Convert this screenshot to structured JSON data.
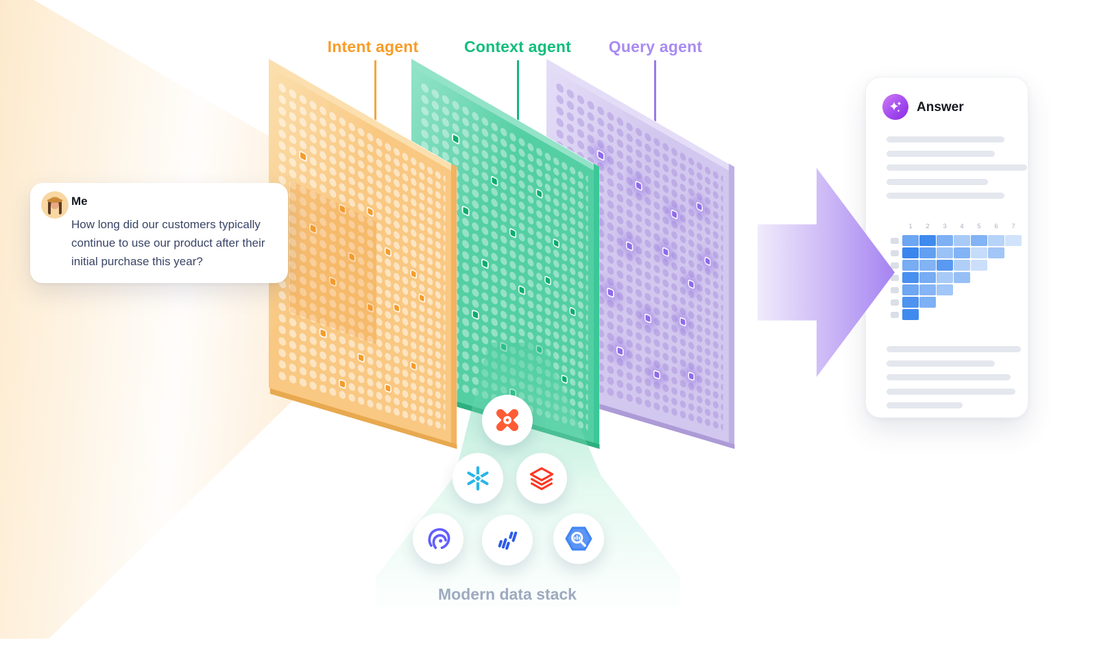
{
  "agents": [
    {
      "label": "Intent agent",
      "colors": {
        "accent": "#f89c27",
        "face": "#f9c882",
        "bevel": "#fbdfae",
        "side": "#f3b35f",
        "side_dark": "#e8a94f",
        "dot": "rgba(255,255,255,0.50)",
        "highlight": "#f49d2c"
      },
      "highlight_cells": [
        [
          2,
          5
        ],
        [
          6,
          8
        ],
        [
          9,
          7
        ],
        [
          3,
          11
        ],
        [
          7,
          12
        ],
        [
          11,
          10
        ],
        [
          14,
          11
        ],
        [
          5,
          15
        ],
        [
          9,
          16
        ],
        [
          12,
          15
        ],
        [
          15,
          13
        ],
        [
          4,
          20
        ],
        [
          8,
          21
        ],
        [
          11,
          23
        ],
        [
          14,
          20
        ],
        [
          6,
          24
        ]
      ]
    },
    {
      "label": "Context agent",
      "colors": {
        "accent": "#10be7c",
        "face": "#54cfa4",
        "bevel": "#93e3c8",
        "side": "#3cc797",
        "side_dark": "#2eaf7f",
        "dot": "rgba(255,255,255,0.38)",
        "highlight": "#0bae6e"
      },
      "highlight_cells": [
        [
          3,
          3
        ],
        [
          7,
          5
        ],
        [
          12,
          4
        ],
        [
          4,
          9
        ],
        [
          9,
          9
        ],
        [
          14,
          8
        ],
        [
          6,
          13
        ],
        [
          10,
          14
        ],
        [
          13,
          12
        ],
        [
          16,
          14
        ],
        [
          5,
          18
        ],
        [
          8,
          20
        ],
        [
          12,
          19
        ],
        [
          15,
          21
        ],
        [
          9,
          24
        ]
      ]
    },
    {
      "label": "Query agent",
      "colors": {
        "accent": "#a98bf2",
        "face": "#d2c7ee",
        "bevel": "#e4ddf7",
        "side": "#bfb0e4",
        "side_dark": "#ac9bd6",
        "dot": "rgba(151,121,214,0.35)",
        "highlight": "#8f6bea"
      },
      "highlight_cells": [
        [
          4,
          4
        ],
        [
          8,
          5
        ],
        [
          12,
          6
        ],
        [
          15,
          4
        ],
        [
          3,
          10
        ],
        [
          7,
          11
        ],
        [
          11,
          10
        ],
        [
          14,
          12
        ],
        [
          16,
          9
        ],
        [
          5,
          16
        ],
        [
          9,
          17
        ],
        [
          13,
          16
        ],
        [
          6,
          21
        ],
        [
          10,
          22
        ],
        [
          14,
          21
        ]
      ]
    }
  ],
  "chat": {
    "sender": "Me",
    "message": "How long did our customers typically continue to use our product after their initial purchase this year?"
  },
  "answer": {
    "title": "Answer",
    "skeleton_top": [
      172,
      158,
      205,
      148,
      172
    ],
    "skeleton_bottom": [
      196,
      158,
      181,
      188,
      111
    ],
    "chart_data": {
      "type": "heatmap",
      "columns": [
        "1",
        "2",
        "3",
        "4",
        "5",
        "6",
        "7"
      ],
      "rows": [
        [
          0.7,
          0.92,
          0.62,
          0.42,
          0.6,
          0.35,
          0.22
        ],
        [
          0.95,
          0.75,
          0.48,
          0.6,
          0.28,
          0.45
        ],
        [
          0.65,
          0.6,
          0.8,
          0.38,
          0.25
        ],
        [
          0.88,
          0.65,
          0.42,
          0.5
        ],
        [
          0.7,
          0.58,
          0.45
        ],
        [
          0.85,
          0.62
        ],
        [
          0.92
        ]
      ],
      "cell_rgb": [
        47,
        128,
        237
      ],
      "row_label_color": "#dadee6"
    }
  },
  "stack": {
    "label": "Modern data stack",
    "tools": [
      {
        "name": "dbt",
        "color": "#ff5c35"
      },
      {
        "name": "Snowflake",
        "color": "#29b5e8"
      },
      {
        "name": "Databricks",
        "color": "#ff3621"
      },
      {
        "name": "Airbyte",
        "color": "#615eff"
      },
      {
        "name": "Fivetran",
        "color": "#2d5be8"
      },
      {
        "name": "BigQuery",
        "color": "#4285f4"
      }
    ]
  },
  "arrow_color": "#a583f1",
  "badge_gradient": [
    "#d27bf5",
    "#8a2be2"
  ]
}
